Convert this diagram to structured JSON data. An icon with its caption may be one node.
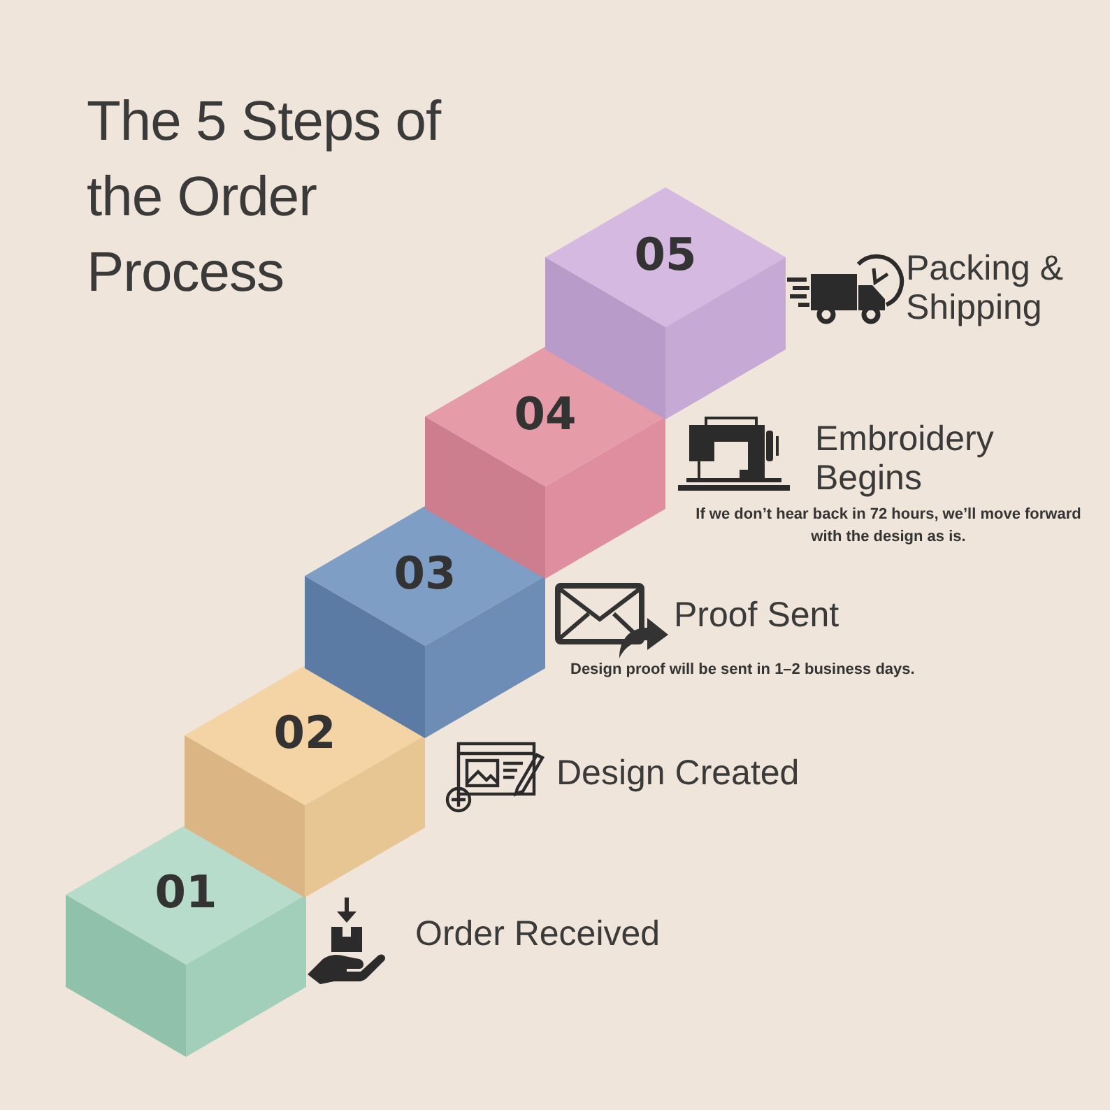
{
  "diagram": {
    "title": "The 5 Steps of the Order Process",
    "nodes": [
      {
        "text": [
          "01"
        ]
      },
      {
        "text": [
          "02"
        ]
      },
      {
        "text": [
          "03"
        ],
        "beside": [
          "Proof Sent",
          "Design proof will be sent in 1–2 business days."
        ]
      },
      {
        "text": [
          "04"
        ],
        "beside": [
          "Embroidery Begins",
          "If we don’t hear back in 72 hours, we’ll move forward with the design as is."
        ]
      },
      {
        "text": [
          "05"
        ],
        "beside": [
          "Packing & Shipping"
        ]
      }
    ],
    "labels": [
      "Design Created",
      "Order Received"
    ]
  }
}
